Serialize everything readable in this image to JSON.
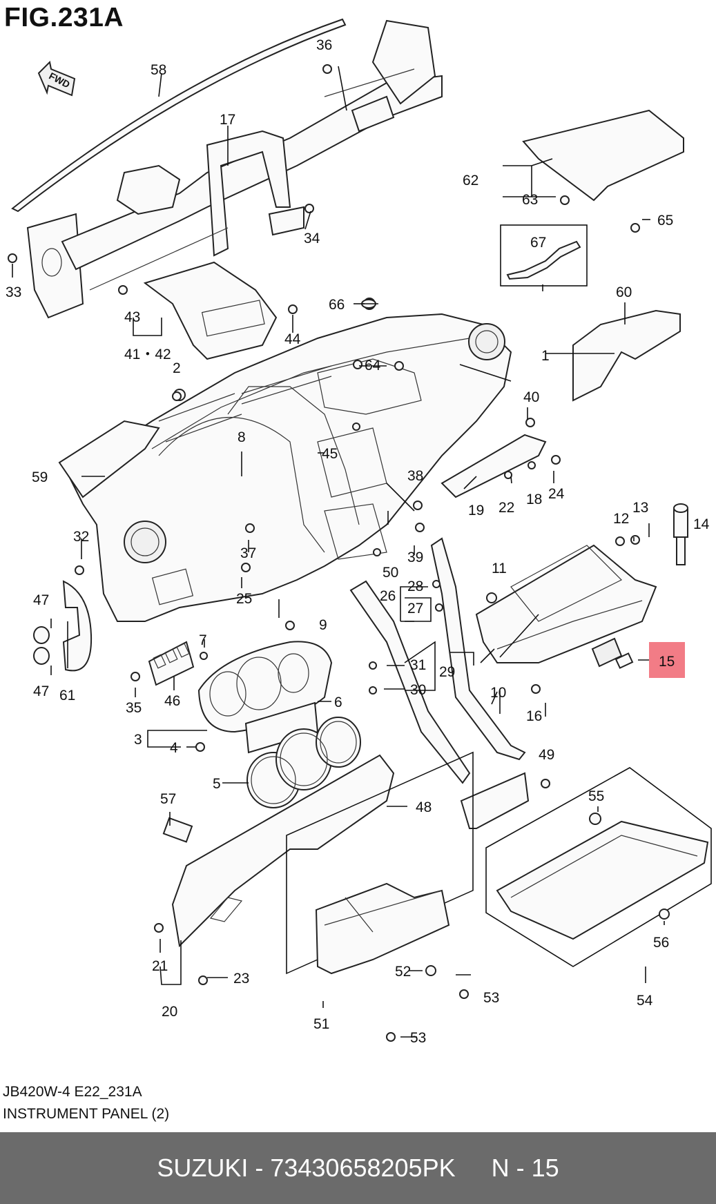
{
  "figure": {
    "title": "FIG.231A",
    "fwd_label": "FWD",
    "highlight_color": "#f27c86"
  },
  "callouts": {
    "c1": "1",
    "c2": "2",
    "c3": "3",
    "c4": "4",
    "c5": "5",
    "c6": "6",
    "c7": "7",
    "c8": "8",
    "c9": "9",
    "c10": "10",
    "c11": "11",
    "c12": "12",
    "c13": "13",
    "c14": "14",
    "c15": "15",
    "c16": "16",
    "c17": "17",
    "c18": "18",
    "c19": "19",
    "c20": "20",
    "c21": "21",
    "c22": "22",
    "c23": "23",
    "c24": "24",
    "c25": "25",
    "c26": "26",
    "c27": "27",
    "c28": "28",
    "c29": "29",
    "c30": "30",
    "c31": "31",
    "c32": "32",
    "c33": "33",
    "c34": "34",
    "c35": "35",
    "c36": "36",
    "c37": "37",
    "c38": "38",
    "c39": "39",
    "c40": "40",
    "c4142": "41・42",
    "c43": "43",
    "c44": "44",
    "c45": "45",
    "c46": "46",
    "c47a": "47",
    "c47b": "47",
    "c48": "48",
    "c49": "49",
    "c50": "50",
    "c51": "51",
    "c52": "52",
    "c53a": "53",
    "c53b": "53",
    "c54": "54",
    "c55": "55",
    "c56": "56",
    "c57": "57",
    "c58": "58",
    "c59": "59",
    "c60": "60",
    "c61": "61",
    "c62": "62",
    "c63": "63",
    "c64": "64",
    "c65": "65",
    "c66": "66",
    "c67": "67"
  },
  "footer": {
    "code": "JB420W-4 E22_231A",
    "name": "INSTRUMENT PANEL (2)"
  },
  "bottom_bar": {
    "brand": "SUZUKI -",
    "part_number": "73430658205PK",
    "ref": "N - 15"
  }
}
